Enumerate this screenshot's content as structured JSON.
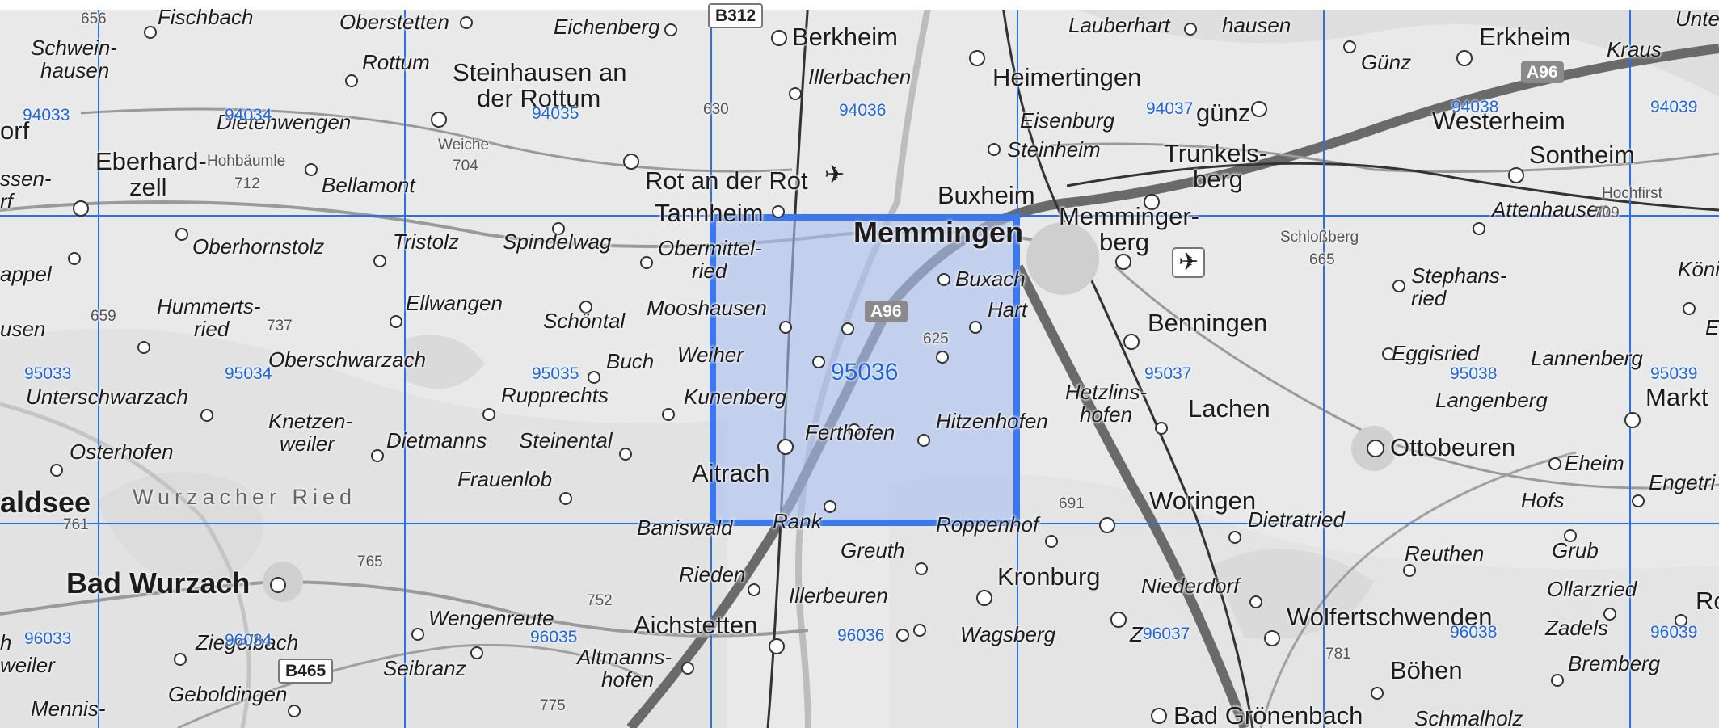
{
  "map": {
    "colors": {
      "grid_line": "#2b6fea",
      "selection_fill": "#a9bff2",
      "selection_border": "#3b78ef",
      "cell_label": "#1e64e6"
    },
    "selected_cell": "95036",
    "grid": {
      "rows": [
        [
          "94033",
          "94034",
          "94035",
          "94036",
          "94037",
          "94038",
          "94039"
        ],
        [
          "95033",
          "95034",
          "95035",
          "95036",
          "95037",
          "95038",
          "95039"
        ],
        [
          "96033",
          "96034",
          "96035",
          "96036",
          "96037",
          "96038",
          "96039"
        ]
      ]
    },
    "places": {
      "fischbach": "Fischbach",
      "oberstetten": "Oberstetten",
      "eichenberg": "Eichenberg",
      "berkheim": "Berkheim",
      "lauberhart": "Lauberhart",
      "hausen_top": "hausen",
      "erkheim": "Erkheim",
      "kraus": "Kraus",
      "unte": "Unte",
      "schweinhausen_1": "Schwein-",
      "schweinhausen_2": "hausen",
      "rottum": "Rottum",
      "steinhausen_1": "Steinhausen an",
      "steinhausen_2": "der Rottum",
      "illerbachen": "Illerbachen",
      "heimertingen": "Heimertingen",
      "gunz": "Günz",
      "westerheim": "Westerheim",
      "orf": "orf",
      "dietenwengen": "Dietenwengen",
      "eisenburg": "Eisenburg",
      "gunz2": "günz",
      "weiche": "Weiche",
      "ssen": "ssen-",
      "rf": "rf",
      "eberhardzell_1": "Eberhard-",
      "eberhardzell_2": "zell",
      "hohbaumle": "Hohbäumle",
      "bellamont": "Bellamont",
      "rot": "Rot an der Rot",
      "steinheim": "Steinheim",
      "trunkelsberg_1": "Trunkels-",
      "trunkelsberg_2": "berg",
      "sontheim": "Sontheim",
      "tannheim": "Tannheim",
      "buxheim": "Buxheim",
      "hochfirst": "Hochfirst",
      "attenhausen": "Attenhausen",
      "oberhornstolz": "Oberhornstolz",
      "tristolz": "Tristolz",
      "spindelwag": "Spindelwag",
      "obermittelried_1": "Obermittel-",
      "obermittelried_2": "ried",
      "memmingen": "Memmingen",
      "memmingerberg_1": "Memminger-",
      "memmingerberg_2": "berg",
      "schlossberg": "Schloßberg",
      "appel": "appel",
      "konig": "König",
      "hummertsried_1": "Hummerts-",
      "hummertsried_2": "ried",
      "ellwangen": "Ellwangen",
      "schontal": "Schöntal",
      "mooshausen": "Mooshausen",
      "buxach": "Buxach",
      "stephansried_1": "Stephans-",
      "stephansried_2": "ried",
      "hart": "Hart",
      "benningen": "Benningen",
      "usen": "usen",
      "e_right": "E",
      "oberschwarzach": "Oberschwarzach",
      "buch": "Buch",
      "weiher": "Weiher",
      "eggisried": "Eggisried",
      "lannenberg": "Lannenberg",
      "unterschwarzach": "Unterschwarzach",
      "rupprechts": "Rupprechts",
      "kunenberg": "Kunenberg",
      "hetzlinshofen_1": "Hetzlins-",
      "hetzlinshofen_2": "hofen",
      "lachen": "Lachen",
      "langenberg": "Langenberg",
      "markt": "Markt",
      "knetzenweiler_1": "Knetzen-",
      "knetzenweiler_2": "weiler",
      "hitzenhofen": "Hitzenhofen",
      "osterhofen": "Osterhofen",
      "dietmanns": "Dietmanns",
      "steinental": "Steinental",
      "ferthofen": "Ferthofen",
      "ottobeuren": "Ottobeuren",
      "eheim": "Eheim",
      "frauenlob": "Frauenlob",
      "aitrach": "Aitrach",
      "engetri": "Engetri",
      "aldsee": "aldsee",
      "wurzacher_ried": "Wurzacher Ried",
      "woringen": "Woringen",
      "hofs": "Hofs",
      "dietratried": "Dietratried",
      "baniswald": "Baniswald",
      "rank": "Rank",
      "roppenhof": "Roppenhof",
      "grub": "Grub",
      "greuth": "Greuth",
      "reuthen": "Reuthen",
      "bad_wurzach": "Bad Wurzach",
      "rieden": "Rieden",
      "kronburg": "Kronburg",
      "niederdorf": "Niederdorf",
      "ollarzried": "Ollarzried",
      "ro": "Ro",
      "illerbeuren": "Illerbeuren",
      "wengenreute": "Wengenreute",
      "aichstetten": "Aichstetten",
      "wolfertschwenden": "Wolfertschwenden",
      "zadels": "Zadels",
      "hweiler_1": "h",
      "hweiler_2": "weiler",
      "ziegelbach": "Ziegelbach",
      "wagsberg": "Wagsberg",
      "zell2": "Z",
      "bremberg": "Bremberg",
      "altmannshofen_1": "Altmanns-",
      "altmannshofen_2": "hofen",
      "seibranz": "Seibranz",
      "bohen": "Böhen",
      "geboldingen": "Geboldingen",
      "mennisweiler": "Mennis-",
      "bad_gronenbach": "Bad Grönenbach",
      "schmalholz": "Schmalholz"
    },
    "elevations": {
      "e656": "656",
      "e630": "630",
      "e704": "704",
      "e712": "712",
      "e659": "659",
      "e737": "737",
      "e625": "625",
      "e665": "665",
      "e709": "709",
      "e691": "691",
      "e761": "761",
      "e765": "765",
      "e752": "752",
      "e781": "781",
      "e775": "775"
    },
    "road_shields": {
      "b312": "B312",
      "a96_east": "A96",
      "a96_mid": "A96",
      "b465": "B465"
    },
    "airport_icon": "airplane-icon"
  }
}
